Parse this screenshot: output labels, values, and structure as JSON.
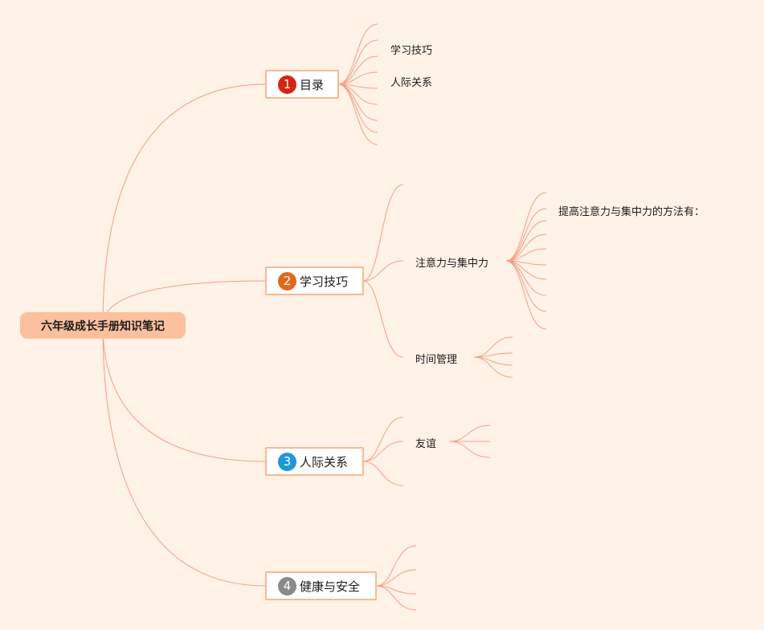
{
  "central_topic": "六年级成长手册知识笔记",
  "branches": [
    {
      "number": "1",
      "label": "目录",
      "badge_color": "#d42514"
    },
    {
      "number": "2",
      "label": "学习技巧",
      "badge_color": "#e2691c"
    },
    {
      "number": "3",
      "label": "人际关系",
      "badge_color": "#1f97d8"
    },
    {
      "number": "4",
      "label": "健康与安全",
      "badge_color": "#8a8a8a"
    }
  ],
  "catalog_items": [
    "学习技巧",
    "人际关系"
  ],
  "study_subtopics": {
    "attention": "注意力与集中力",
    "attention_detail": "提高注意力与集中力的方法有：",
    "time": "时间管理"
  },
  "relation_subtopics": {
    "friendship": "友谊"
  },
  "colors": {
    "background": "#fff2e7",
    "line": "#f59e82",
    "root_fill": "#fcc09e",
    "branch_border": "#f8b897"
  }
}
